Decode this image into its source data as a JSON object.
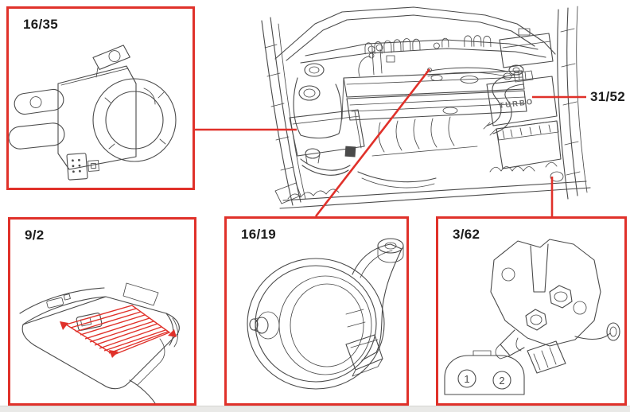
{
  "colors": {
    "accent_red": "#e0312a",
    "ink": "#4a4a4a",
    "label_ink": "#1c1c1c",
    "page_edge": "#e9e9e7"
  },
  "callouts": {
    "siren": {
      "label": "16/35"
    },
    "roof": {
      "label": "9/2"
    },
    "horn": {
      "label": "16/19"
    },
    "latch": {
      "label": "3/62"
    },
    "pointer": {
      "label": "31/52"
    }
  },
  "engine": {
    "turbo_text": "TURBO"
  },
  "connector": {
    "pin1": "1",
    "pin2": "2"
  }
}
